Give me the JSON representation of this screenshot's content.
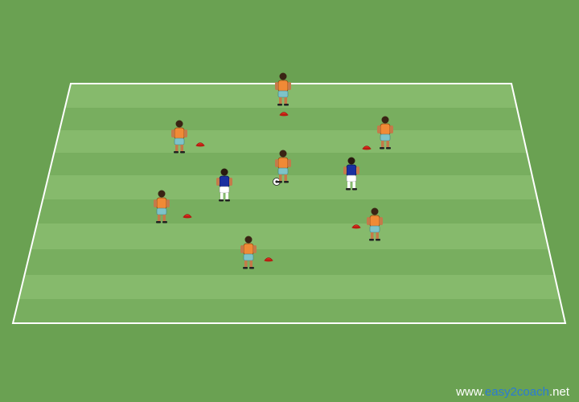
{
  "watermark": {
    "prefix": "www.",
    "brand": "easy2coach",
    "suffix": ".net"
  },
  "colors": {
    "grass": "#6aa152",
    "stripe_light": "#86ba6c",
    "stripe_dark": "#74ab5c",
    "lines": "#ffffff",
    "team_orange": "#f08a36",
    "team_blue": "#1a2fa0",
    "shorts": "#7ec3c8",
    "cone": "#e02a1c"
  },
  "icons": {
    "player_orange": "player-orange-icon",
    "player_blue": "player-blue-icon",
    "cone": "cone-icon",
    "ball": "ball-icon"
  }
}
